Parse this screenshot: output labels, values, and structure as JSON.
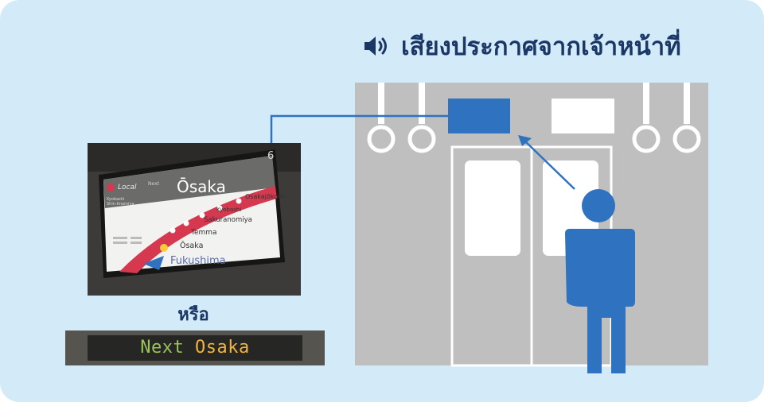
{
  "title": {
    "text": "เสียงประกาศจากเจ้าหน้าที่",
    "icon": "speaker-icon"
  },
  "or_label": "หรือ",
  "lcd_screen": {
    "car_number": "6",
    "line_label": "Local",
    "next_label": "Next",
    "destination": "Ōsaka",
    "side_labels": [
      "Kyobashi",
      "Shin-Imamiya"
    ],
    "stations": [
      "Osakajōkoen",
      "Kyobashi",
      "Sakuranomiya",
      "Temma",
      "Ōsaka",
      "Fukushima"
    ]
  },
  "led_display": {
    "word_next": "Next",
    "word_station": "Osaka"
  },
  "colors": {
    "background": "#d3ebf8",
    "title_text": "#1b3766",
    "train_interior": "#bfbfbf",
    "accent_blue": "#2f73c0",
    "led_green": "#9bc35a",
    "led_amber": "#f0b340",
    "line_red": "#d5384f"
  }
}
